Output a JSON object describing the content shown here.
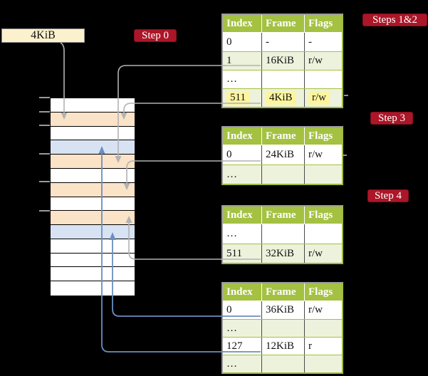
{
  "frame_box": {
    "label": "4KiB"
  },
  "labels": {
    "step0": "Step 0",
    "steps12": "Steps 1&2",
    "step3": "Step 3",
    "step4": "Step 4"
  },
  "memory": {
    "rows": [
      {
        "type": "free"
      },
      {
        "type": "table"
      },
      {
        "type": "free"
      },
      {
        "type": "target"
      },
      {
        "type": "table"
      },
      {
        "type": "free"
      },
      {
        "type": "table"
      },
      {
        "type": "free"
      },
      {
        "type": "table"
      },
      {
        "type": "target"
      },
      {
        "type": "free"
      },
      {
        "type": "free"
      },
      {
        "type": "free"
      },
      {
        "type": "free"
      }
    ]
  },
  "tables": {
    "t1": {
      "headers": [
        "Index",
        "Frame",
        "Flags"
      ],
      "rows": [
        [
          "0",
          "-",
          "-"
        ],
        [
          "1",
          "16KiB",
          "r/w"
        ],
        [
          "…",
          "",
          ""
        ],
        [
          "511",
          "4KiB",
          "r/w"
        ]
      ]
    },
    "t2": {
      "headers": [
        "Index",
        "Frame",
        "Flags"
      ],
      "rows": [
        [
          "0",
          "24KiB",
          "r/w"
        ],
        [
          "…",
          "",
          ""
        ]
      ]
    },
    "t3": {
      "headers": [
        "Index",
        "Frame",
        "Flags"
      ],
      "rows": [
        [
          "…",
          "",
          ""
        ],
        [
          "511",
          "32KiB",
          "r/w"
        ]
      ]
    },
    "t4": {
      "headers": [
        "Index",
        "Frame",
        "Flags"
      ],
      "rows": [
        [
          "0",
          "36KiB",
          "r/w"
        ],
        [
          "…",
          "",
          ""
        ],
        [
          "127",
          "12KiB",
          "r"
        ],
        [
          "…",
          "",
          ""
        ]
      ]
    }
  },
  "colors": {
    "header_green": "#A4C142",
    "row_light_green": "#EDF2DC",
    "frame_table_peach": "#FBE3C8",
    "frame_target_blue": "#D7E3F3",
    "highlight_yellow": "#FCF59E",
    "label_red": "#AC1628",
    "arrow_gray": "#B2B2B2",
    "arrow_blue": "#6C8EBF",
    "frame_box_cream": "#FCF1CD"
  }
}
